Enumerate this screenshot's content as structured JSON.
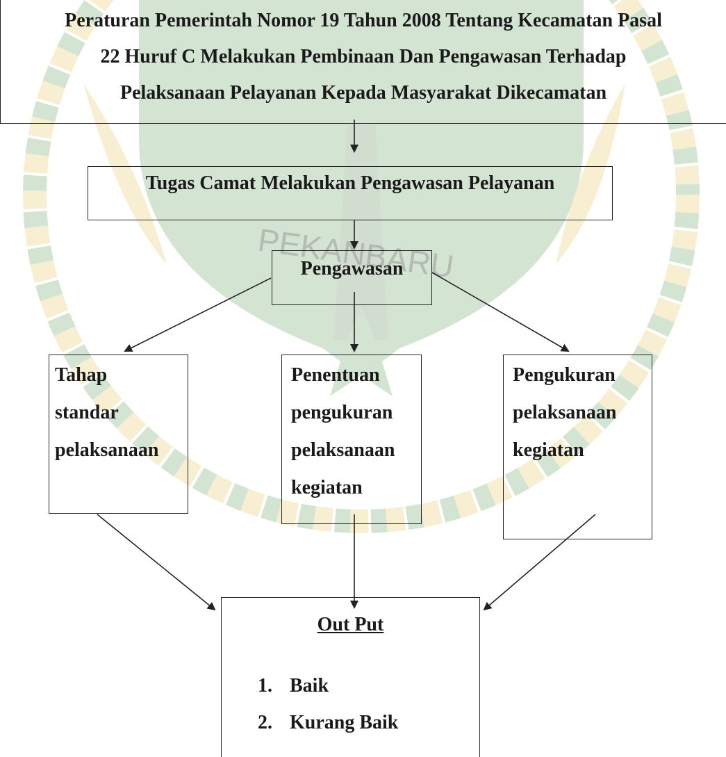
{
  "diagram": {
    "regulation": {
      "lines": [
        "Peraturan Pemerintah Nomor 19 Tahun 2008 Tentang Kecamatan Pasal",
        "22 Huruf C Melakukan Pembinaan Dan Pengawasan Terhadap",
        "Pelaksanaan Pelayanan Kepada Masyarakat Dikecamatan"
      ]
    },
    "task": "Tugas Camat Melakukan Pengawasan Pelayanan",
    "supervision": "Pengawasan",
    "stages": [
      {
        "lines": [
          "Tahap",
          "standar",
          "pelaksanaan"
        ]
      },
      {
        "lines": [
          "Penentuan",
          "pengukuran",
          "pelaksanaan",
          "kegiatan"
        ]
      },
      {
        "lines": [
          "Pengukuran",
          "pelaksanaan",
          "kegiatan"
        ]
      }
    ],
    "output": {
      "title": "Out Put",
      "items": [
        {
          "number": "1.",
          "label": "Baik"
        },
        {
          "number": "2.",
          "label": "Kurang Baik"
        }
      ]
    }
  },
  "watermark": {
    "text": "PEKANBARU",
    "colors": {
      "green": "#3f8a3a",
      "yellow": "#e0b83a"
    }
  }
}
